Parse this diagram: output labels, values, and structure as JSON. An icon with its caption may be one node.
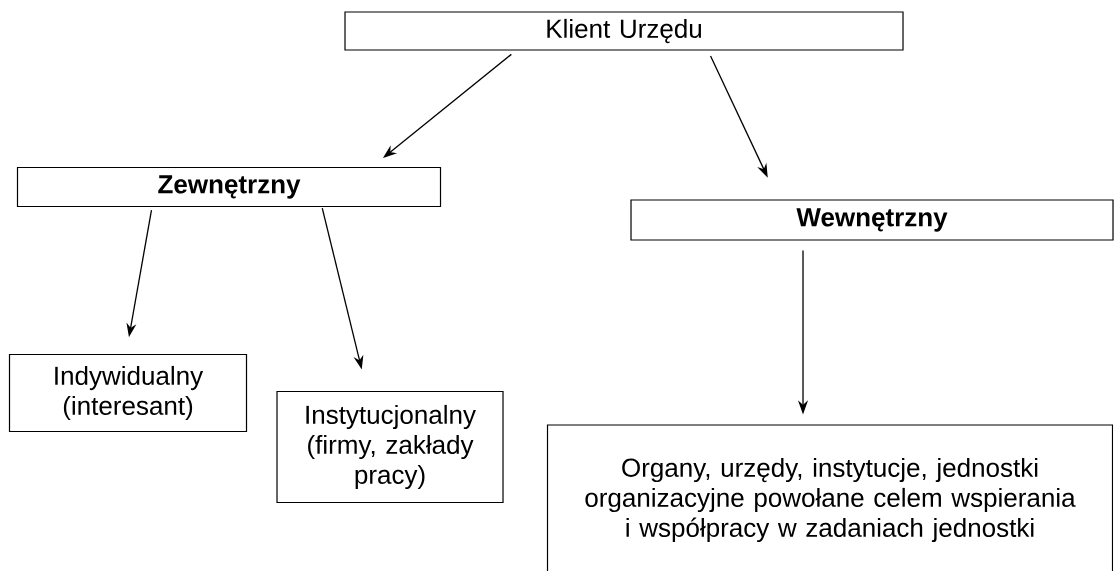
{
  "diagram": {
    "nodes": [
      {
        "text": [
          "Klient Urzędu"
        ]
      },
      {
        "text": [
          "Zewnętrzny"
        ]
      },
      {
        "text": [
          "Wewnętrzny"
        ]
      },
      {
        "text": [
          "Indywidualny (interesant)"
        ]
      },
      {
        "text": [
          "Instytucjonalny (firmy, zakłady pracy)"
        ]
      },
      {
        "text": [
          "Organy, urzędy, instytucje, jednostki organizacyjne powołane celem wspierania i współpracy w zadaniach jednostki"
        ]
      }
    ],
    "edges": [
      {
        "from": 0,
        "to": 1,
        "arrow": "to"
      },
      {
        "from": 0,
        "to": 2,
        "arrow": "to"
      },
      {
        "from": 1,
        "to": 3,
        "arrow": "to"
      },
      {
        "from": 1,
        "to": 4,
        "arrow": "to"
      },
      {
        "from": 2,
        "to": 5,
        "arrow": "to"
      }
    ]
  }
}
